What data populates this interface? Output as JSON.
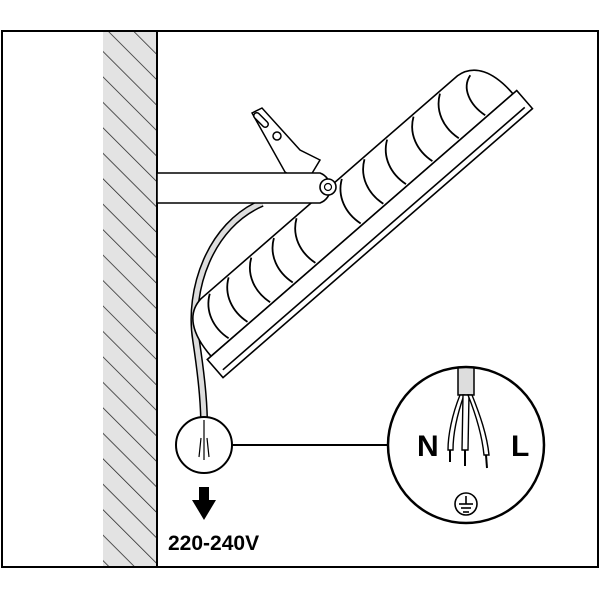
{
  "supply_voltage": "220-240V",
  "neutral_label": "N",
  "live_label": "L",
  "icons": [
    "down-arrow-icon",
    "ground-icon"
  ]
}
